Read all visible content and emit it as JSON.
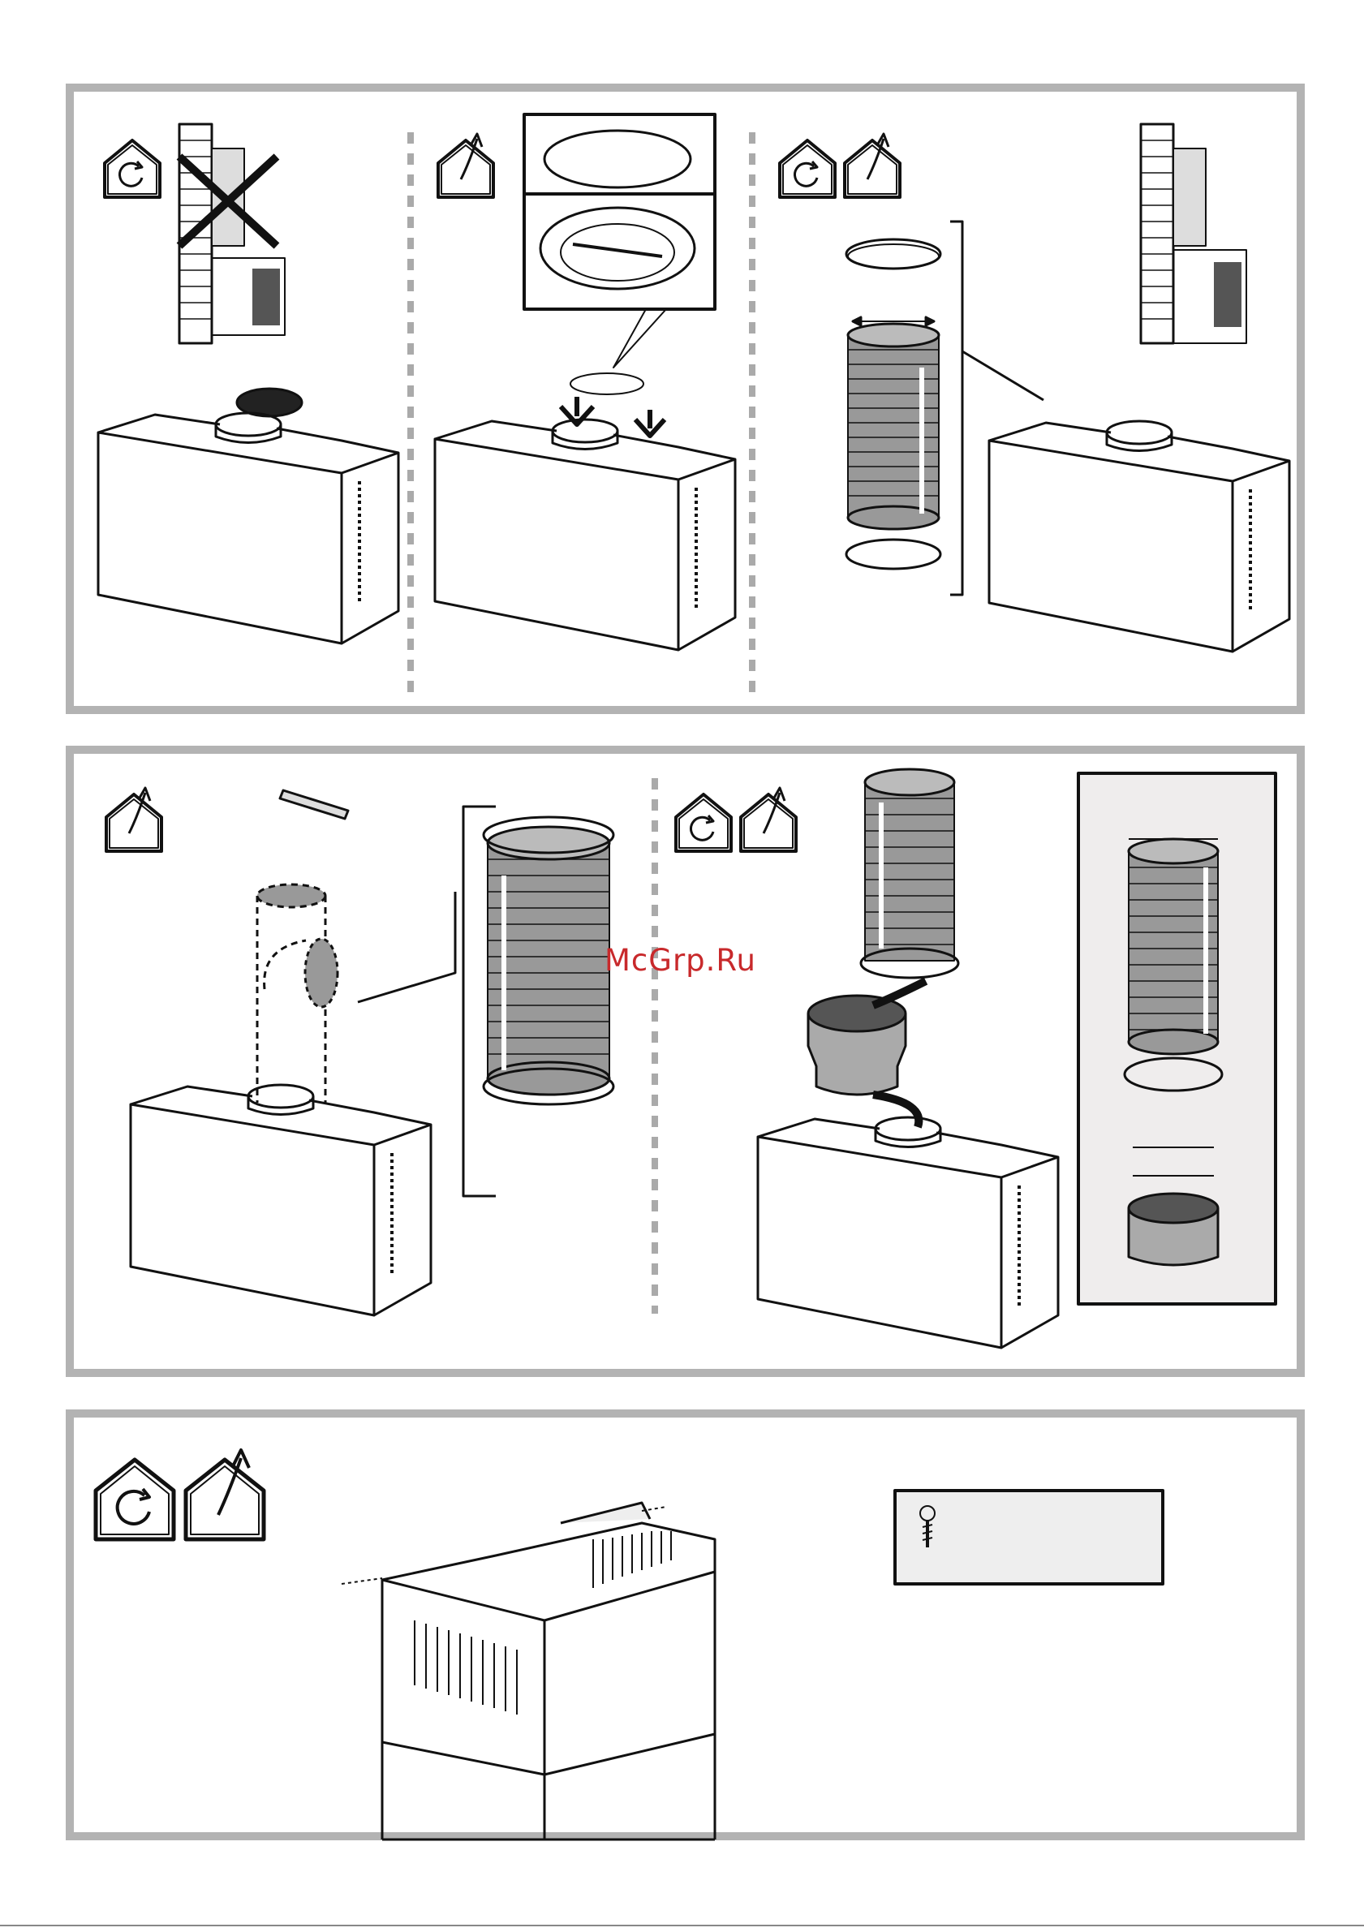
{
  "watermark": {
    "text": "McGrp.Ru",
    "color": "#c8292b"
  },
  "colors": {
    "frame": "#b3b3b3",
    "duct": "#999999",
    "dark": "#333333",
    "inset_bg": "#efeded"
  },
  "icons": {
    "recirculation": "recirculation-mode-icon",
    "extraction": "extraction-mode-icon"
  },
  "panels": [
    {
      "name": "panel-1",
      "steps": [
        "step-1a",
        "step-1b",
        "step-1c"
      ]
    },
    {
      "name": "panel-2",
      "steps": [
        "step-2a",
        "step-2b"
      ]
    },
    {
      "name": "panel-3",
      "steps": [
        "step-3"
      ]
    }
  ]
}
